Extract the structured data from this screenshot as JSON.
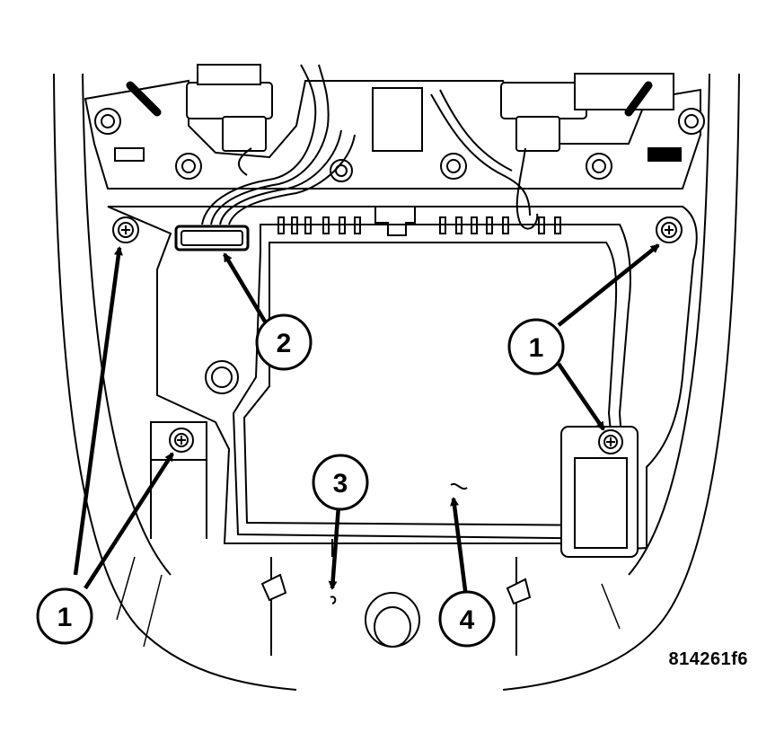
{
  "figure_id": "814261f6",
  "callouts": {
    "c1_left": "1",
    "c1_right": "1",
    "c2": "2",
    "c3": "3",
    "c4": "4"
  },
  "colors": {
    "line": "#000000",
    "fill": "#ffffff"
  }
}
